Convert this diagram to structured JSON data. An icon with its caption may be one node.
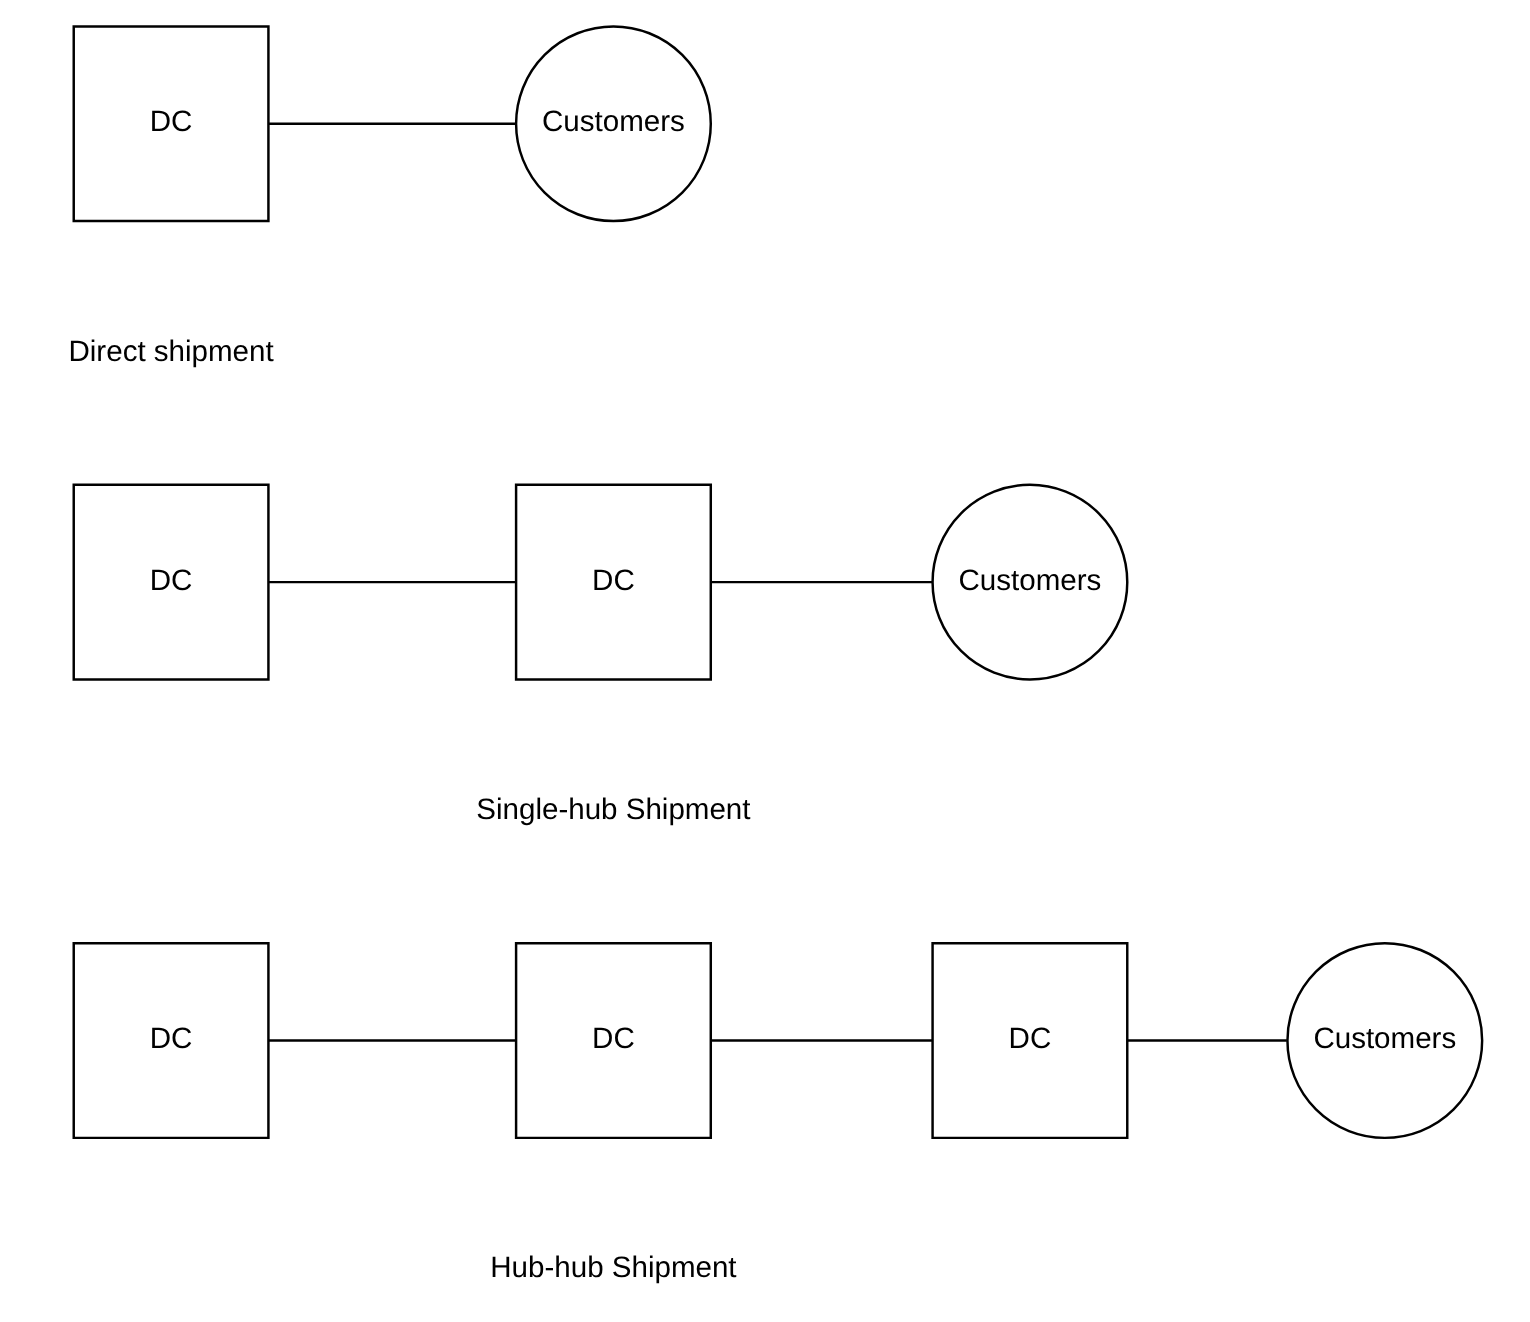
{
  "diagram": {
    "nodes": [
      {
        "text": [
          "DC"
        ]
      },
      {
        "text": [
          "Customers"
        ]
      },
      {
        "text": [
          "DC"
        ]
      },
      {
        "text": [
          "DC"
        ]
      },
      {
        "text": [
          "Customers"
        ]
      },
      {
        "text": [
          "DC"
        ]
      },
      {
        "text": [
          "DC"
        ]
      },
      {
        "text": [
          "DC"
        ]
      },
      {
        "text": [
          "Customers"
        ]
      }
    ],
    "edges": [
      {
        "from": 0,
        "to": 1,
        "arrow": "none"
      },
      {
        "from": 2,
        "to": 3,
        "arrow": "none"
      },
      {
        "from": 3,
        "to": 4,
        "arrow": "none"
      },
      {
        "from": 5,
        "to": 6,
        "arrow": "none"
      },
      {
        "from": 6,
        "to": 7,
        "arrow": "none"
      },
      {
        "from": 7,
        "to": 8,
        "arrow": "none"
      }
    ],
    "labels": [
      "Direct shipment",
      "Single-hub Shipment",
      "Hub-hub Shipment"
    ]
  }
}
